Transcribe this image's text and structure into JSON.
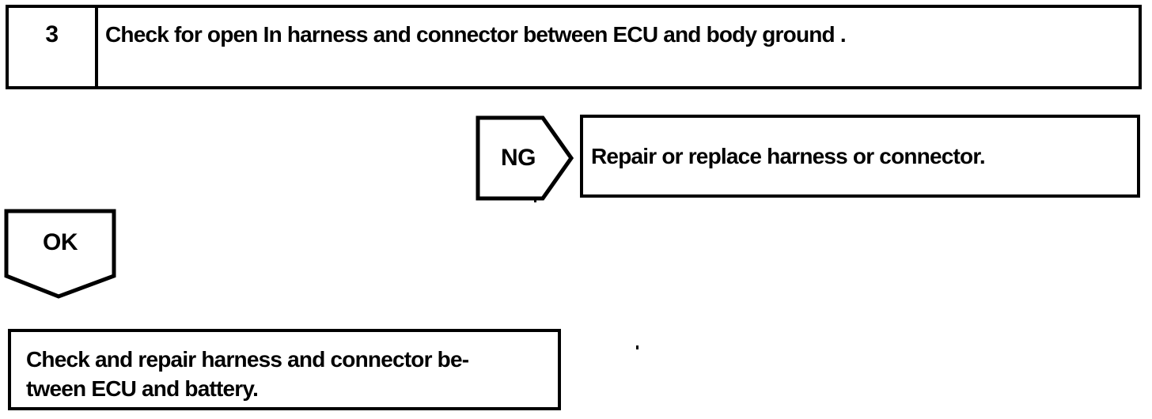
{
  "page": {
    "ink_color": "#000000",
    "paper_color": "#ffffff"
  },
  "step": {
    "number": "3",
    "instruction": "Check for open In harness and connector between ECU and body ground ."
  },
  "ng_branch": {
    "label": "NG",
    "action": "Repair or replace harness or connector."
  },
  "ok_branch": {
    "label": "OK"
  },
  "result": {
    "line1": "Check and repair harness and connector be-",
    "line2": "tween ECU and battery."
  }
}
